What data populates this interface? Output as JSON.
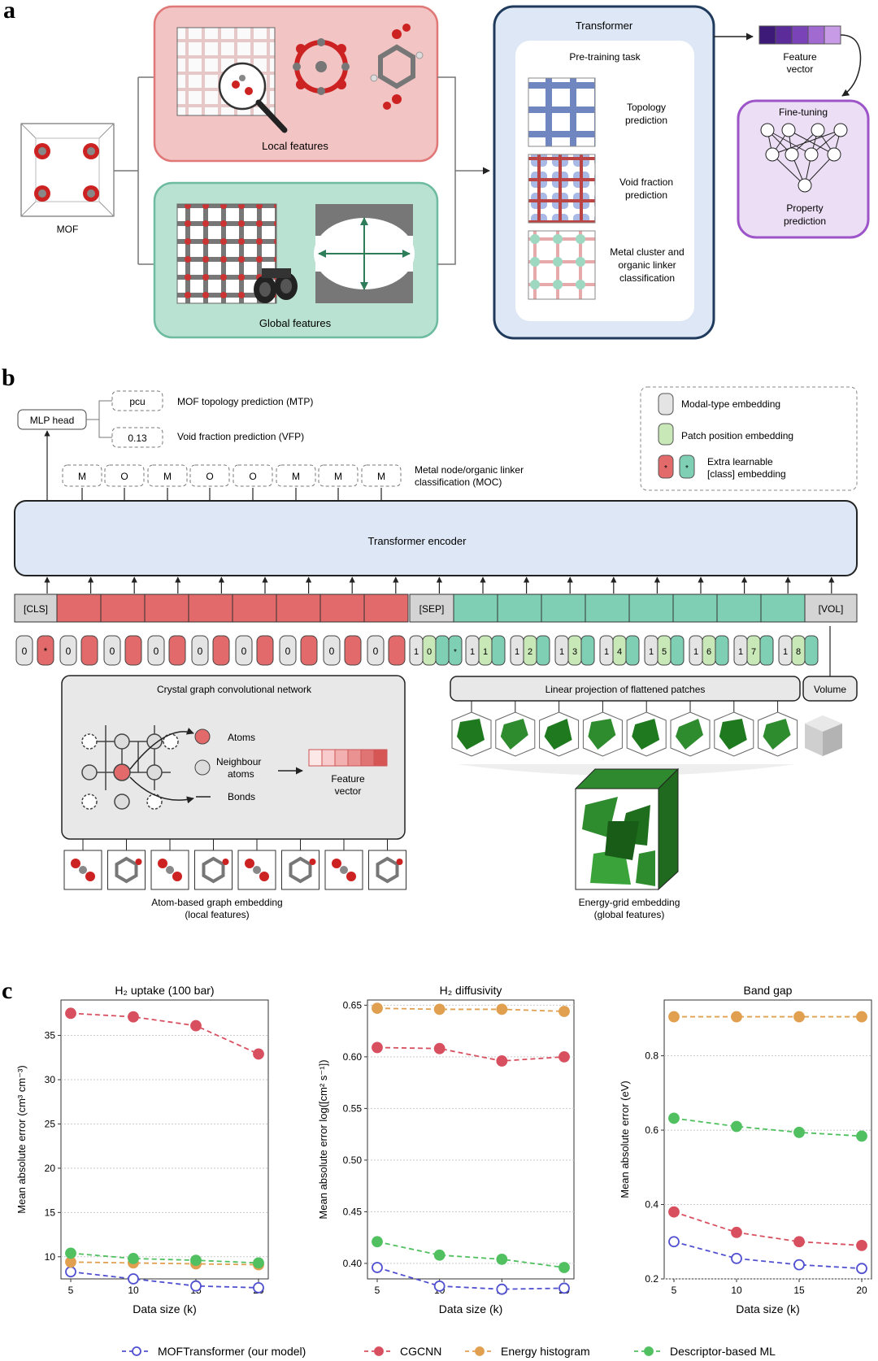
{
  "panels": {
    "a": {
      "letter": "a",
      "mof_label": "MOF",
      "local_label": "Local features",
      "global_label": "Global features",
      "transformer_title": "Transformer",
      "pretraining_title": "Pre-training task",
      "tasks": [
        {
          "line1": "Topology",
          "line2": "prediction",
          "line3": ""
        },
        {
          "line1": "Void fraction",
          "line2": "prediction",
          "line3": ""
        },
        {
          "line1": "Metal cluster and",
          "line2": "organic linker",
          "line3": "classification"
        }
      ],
      "feature_vector": {
        "line1": "Feature",
        "line2": "vector"
      },
      "finetune": {
        "title": "Fine-tuning",
        "line1": "Property",
        "line2": "prediction"
      }
    },
    "b": {
      "letter": "b",
      "mlp_head": "MLP head",
      "pcu": "pcu",
      "void_value": "0.13",
      "mtp_label": "MOF topology prediction (MTP)",
      "vfp_label": "Void fraction prediction (VFP)",
      "moc_tokens": [
        "M",
        "O",
        "M",
        "O",
        "O",
        "M",
        "M",
        "M"
      ],
      "moc_line1": "Metal node/organic linker",
      "moc_line2": "classification (MOC)",
      "legend": {
        "modal": "Modal-type embedding",
        "patch": "Patch position embedding",
        "extra1": "Extra learnable",
        "extra2": "[class] embedding",
        "star": "*"
      },
      "encoder": "Transformer encoder",
      "cls": "[CLS]",
      "sep": "[SEP]",
      "vol": "[VOL]",
      "left_pos": [
        "0",
        "*",
        "0",
        "",
        "0",
        "",
        "0",
        "",
        "0",
        "",
        "0",
        "",
        "0",
        "",
        "0",
        "",
        "0",
        ""
      ],
      "right_pos": [
        {
          "modal": "1",
          "pos": "0"
        },
        {
          "modal": "",
          "pos": "*"
        },
        {
          "modal": "1",
          "pos": "1"
        },
        {
          "modal": "1",
          "pos": "2"
        },
        {
          "modal": "1",
          "pos": "3"
        },
        {
          "modal": "1",
          "pos": "4"
        },
        {
          "modal": "1",
          "pos": "5"
        },
        {
          "modal": "1",
          "pos": "6"
        },
        {
          "modal": "1",
          "pos": "7"
        },
        {
          "modal": "1",
          "pos": "8"
        }
      ],
      "cgcnn_title": "Crystal graph convolutional network",
      "atoms": "Atoms",
      "neighbour1": "Neighbour",
      "neighbour2": "atoms",
      "bonds": "Bonds",
      "fv1": "Feature",
      "fv2": "vector",
      "linear_proj": "Linear projection of flattened patches",
      "volume": "Volume",
      "atom_embed1": "Atom-based graph embedding",
      "atom_embed2": "(local features)",
      "energy_embed1": "Energy-grid embedding",
      "energy_embed2": "(global features)"
    },
    "c": {
      "letter": "c",
      "legend": [
        {
          "name": "MOFTransformer (our model)",
          "color": "#5050d0",
          "marker": "open"
        },
        {
          "name": "CGCNN",
          "color": "#d85060",
          "marker": "filled"
        },
        {
          "name": "Energy histogram",
          "color": "#e0a050",
          "marker": "filled"
        },
        {
          "name": "Descriptor-based ML",
          "color": "#50c060",
          "marker": "filled"
        }
      ]
    }
  },
  "chart_data": [
    {
      "type": "line",
      "title": "H₂ uptake (100 bar)",
      "xlabel": "Data size (k)",
      "ylabel": "Mean absolute error (cm³ cm⁻³)",
      "x": [
        5,
        10,
        15,
        20
      ],
      "xticks": [
        "5",
        "10",
        "15",
        "20"
      ],
      "ylim": [
        7.5,
        39
      ],
      "yticks": [
        10,
        15,
        20,
        25,
        30,
        35
      ],
      "ytick_labels": [
        "10",
        "15",
        "20",
        "25",
        "30",
        "35"
      ],
      "series": [
        {
          "name": "MOFTransformer (our model)",
          "values": [
            8.3,
            7.5,
            6.7,
            6.5
          ]
        },
        {
          "name": "CGCNN",
          "values": [
            37.5,
            37.1,
            36.1,
            32.9
          ]
        },
        {
          "name": "Energy histogram",
          "values": [
            9.4,
            9.3,
            9.2,
            9.1
          ]
        },
        {
          "name": "Descriptor-based ML",
          "values": [
            10.4,
            9.8,
            9.6,
            9.3
          ]
        }
      ],
      "grid": "horizontal dotted"
    },
    {
      "type": "line",
      "title": "H₂ diffusivity",
      "xlabel": "Data size (k)",
      "ylabel": "Mean absolute error log([cm² s⁻¹])",
      "x": [
        5,
        10,
        15,
        20
      ],
      "xticks": [
        "5",
        "10",
        "15",
        "20"
      ],
      "ylim": [
        0.385,
        0.655
      ],
      "yticks": [
        0.4,
        0.45,
        0.5,
        0.55,
        0.6,
        0.65
      ],
      "ytick_labels": [
        "0.40",
        "0.45",
        "0.50",
        "0.55",
        "0.60",
        "0.65"
      ],
      "series": [
        {
          "name": "MOFTransformer (our model)",
          "values": [
            0.396,
            0.378,
            0.375,
            0.376
          ]
        },
        {
          "name": "CGCNN",
          "values": [
            0.609,
            0.608,
            0.596,
            0.6
          ]
        },
        {
          "name": "Energy histogram",
          "values": [
            0.647,
            0.646,
            0.646,
            0.644
          ]
        },
        {
          "name": "Descriptor-based ML",
          "values": [
            0.421,
            0.408,
            0.404,
            0.396
          ]
        }
      ],
      "grid": "horizontal dotted"
    },
    {
      "type": "line",
      "title": "Band gap",
      "xlabel": "Data size (k)",
      "ylabel": "Mean absolute error (eV)",
      "x": [
        5,
        10,
        15,
        20
      ],
      "xticks": [
        "5",
        "10",
        "15",
        "20"
      ],
      "ylim": [
        0.2,
        0.95
      ],
      "yticks": [
        0.2,
        0.4,
        0.6,
        0.8
      ],
      "ytick_labels": [
        "0.2",
        "0.4",
        "0.6",
        "0.8"
      ],
      "series": [
        {
          "name": "MOFTransformer (our model)",
          "values": [
            0.3,
            0.255,
            0.238,
            0.228
          ]
        },
        {
          "name": "CGCNN",
          "values": [
            0.38,
            0.325,
            0.3,
            0.29
          ]
        },
        {
          "name": "Energy histogram",
          "values": [
            0.905,
            0.905,
            0.905,
            0.905
          ]
        },
        {
          "name": "Descriptor-based ML",
          "values": [
            0.632,
            0.61,
            0.594,
            0.584
          ]
        }
      ],
      "grid": "horizontal dotted"
    }
  ]
}
